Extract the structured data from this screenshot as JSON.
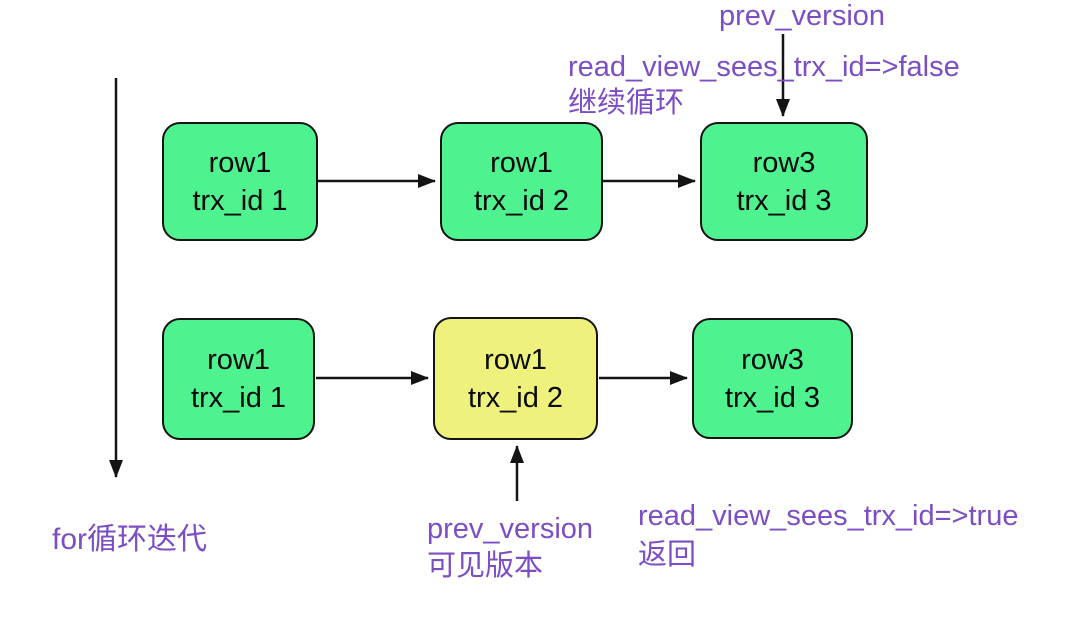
{
  "colors": {
    "node_green": "#4ef28f",
    "node_yellow": "#eef27d",
    "annotation_purple": "#7c4ec4",
    "line_black": "#141414",
    "background": "#ffffff"
  },
  "top_chain": {
    "nodes": [
      {
        "line1": "row1",
        "line2": "trx_id 1",
        "variant": "green"
      },
      {
        "line1": "row1",
        "line2": "trx_id 2",
        "variant": "green"
      },
      {
        "line1": "row3",
        "line2": "trx_id 3",
        "variant": "green"
      }
    ]
  },
  "bottom_chain": {
    "nodes": [
      {
        "line1": "row1",
        "line2": "trx_id 1",
        "variant": "green"
      },
      {
        "line1": "row1",
        "line2": "trx_id 2",
        "variant": "yellow"
      },
      {
        "line1": "row3",
        "line2": "trx_id 3",
        "variant": "green"
      }
    ]
  },
  "annotations": {
    "prev_version_top": "prev_version",
    "read_view_false": {
      "line1": "read_view_sees_trx_id=>false",
      "line2": "继续循环"
    },
    "for_loop": "for循环迭代",
    "prev_version_bottom": {
      "line1": "prev_version",
      "line2": "可见版本"
    },
    "read_view_true": {
      "line1": "read_view_sees_trx_id=>true",
      "line2": "返回"
    }
  }
}
